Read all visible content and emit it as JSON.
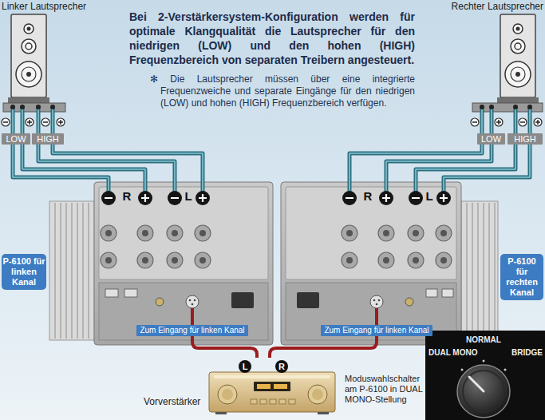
{
  "diagram": {
    "title": "Bei 2-Verstärkersystem-Konfiguration werden für optimale Klangqualität die Lautsprecher für den niedrigen (LOW) und den hohen (HIGH) Frequenzbereich von separaten Treibern angesteuert.",
    "nodes": [
      {
        "text": [
          "Linker Lautsprecher"
        ]
      },
      {
        "text": [
          "LOW"
        ],
        "in": 0
      },
      {
        "text": [
          "HIGH"
        ],
        "in": 0
      },
      {
        "text": [
          "Rechter Lautsprecher"
        ]
      },
      {
        "text": [
          "LOW"
        ],
        "in": 3
      },
      {
        "text": [
          "HIGH"
        ],
        "in": 3
      },
      {
        "text": [
          "R",
          "L"
        ]
      },
      {
        "text": [
          "P-6100 für linken Kanal"
        ]
      },
      {
        "text": [
          "R",
          "L"
        ]
      },
      {
        "text": [
          "P-6100 für rechten Kanal"
        ]
      },
      {
        "text": [
          "Vorverstärker"
        ]
      }
    ],
    "edges": [
      {
        "from": 6,
        "to": 1,
        "arrow": "none"
      },
      {
        "from": 6,
        "to": 2,
        "arrow": "none"
      },
      {
        "from": 8,
        "to": 4,
        "arrow": "none"
      },
      {
        "from": 8,
        "to": 5,
        "arrow": "none"
      },
      {
        "from": 10,
        "to": 6,
        "label": "Zum Eingang für linken Kanal",
        "arrow": "none"
      },
      {
        "from": 10,
        "to": 8,
        "label": "Zum Eingang für linken Kanal",
        "arrow": "none"
      }
    ],
    "labels": [
      "✻ Die Lautsprecher müssen über eine integrierte Frequenzweiche und separate Eingänge für den niedrigen (LOW) und hohen (HIGH) Frequenzbereich verfügen.",
      "L",
      "R",
      "Moduswahlschalter am P-6100 in DUAL MONO-Stellung",
      "DUAL MONO",
      "NORMAL",
      "BRIDGE"
    ]
  }
}
